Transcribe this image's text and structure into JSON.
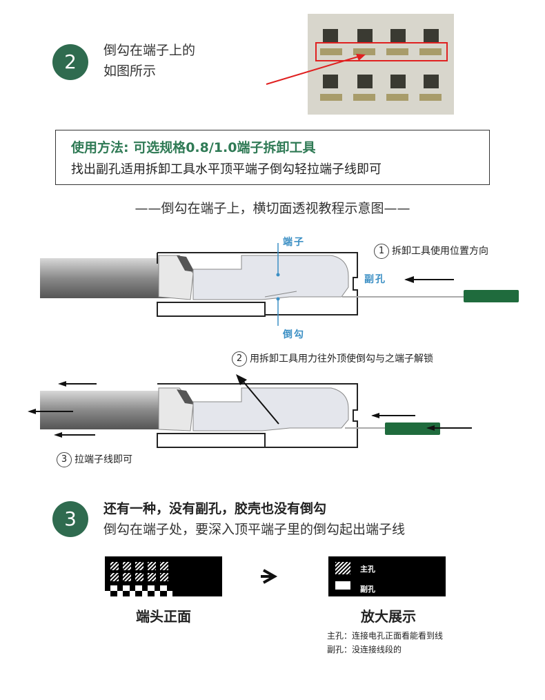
{
  "step2": {
    "badge": "2",
    "text_line1": "倒勾在端子上的",
    "text_line2": "如图所示"
  },
  "instructions": {
    "title": "使用方法: 可选规格0.8/1.0端子拆卸工具",
    "body": "找出副孔适用拆卸工具水平顶平端子倒勾轻拉端子线即可"
  },
  "section_title": "——倒勾在端子上，横切面透视教程示意图——",
  "diagram": {
    "label_terminal": "端子",
    "label_sub_hole": "副孔",
    "label_barb": "倒勾",
    "step1_num": "1",
    "step1_text": "拆卸工具使用位置方向",
    "step2_num": "2",
    "step2_text": "用拆卸工具用力往外顶使倒勾与之端子解锁",
    "step3_num": "3",
    "step3_text": "拉端子线即可"
  },
  "step3": {
    "badge": "3",
    "line1": "还有一种，没有副孔，胶壳也没有倒勾",
    "line2": "倒勾在端子处，要深入顶平端子里的倒勾起出端子线"
  },
  "bottom": {
    "left_caption": "端头正面",
    "right_caption": "放大展示",
    "main_hole": "主孔",
    "sub_hole": "副孔",
    "note1": "主孔：连接电孔正面看能看到线",
    "note2": "副孔：没连接线段的"
  },
  "colors": {
    "green_badge": "#2f6b4f",
    "green_text": "#2f7a55",
    "tool_green": "#1f6b3d",
    "label_blue": "#3b8fc4",
    "arrow_red": "#e02020"
  }
}
